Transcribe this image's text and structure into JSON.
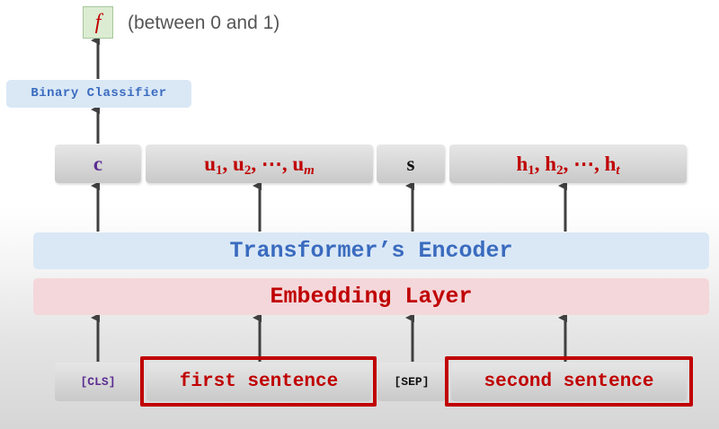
{
  "output": {
    "symbol": "f",
    "note": "(between 0 and 1)"
  },
  "classifier": {
    "label": "Binary Classifier"
  },
  "encoder_outputs": {
    "c": "c",
    "u": {
      "base": "u",
      "sub1": "1",
      "sub2": "2",
      "subn": "m"
    },
    "s": "s",
    "h": {
      "base": "h",
      "sub1": "1",
      "sub2": "2",
      "subn": "t"
    },
    "ellipsis": "⋯"
  },
  "encoder": {
    "label": "Transformer’s Encoder"
  },
  "embedding": {
    "label": "Embedding Layer"
  },
  "inputs": {
    "cls": "[CLS]",
    "first": "first sentence",
    "sep": "[SEP]",
    "second": "second sentence"
  },
  "colors": {
    "accent_red": "#c00000",
    "token_purple": "#5b2d91",
    "encoder_blue": "#3a6bbf",
    "encoder_bg": "#dae8f6",
    "embedding_bg": "#f4d7da",
    "output_bg": "#dcecd2"
  }
}
